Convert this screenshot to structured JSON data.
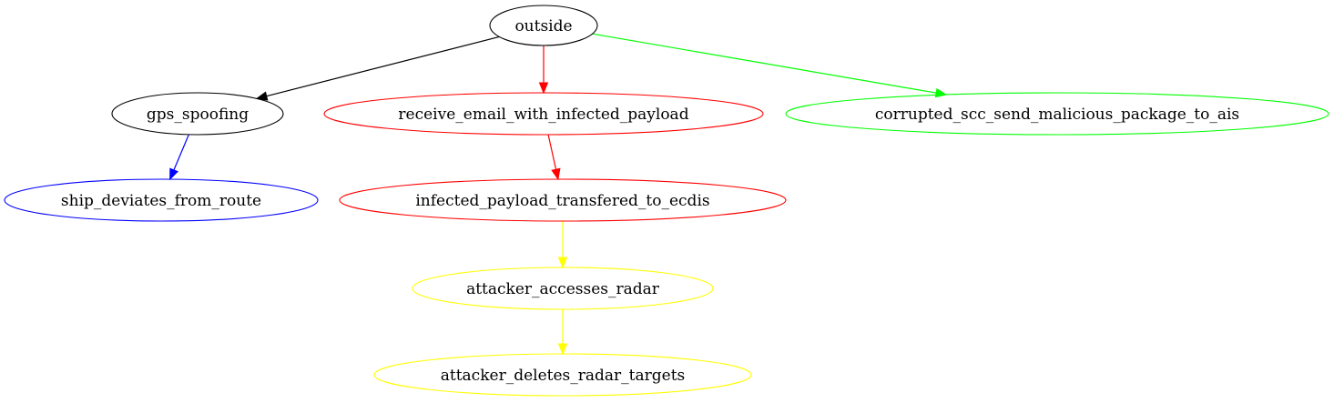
{
  "diagram": {
    "type": "directed-graph",
    "nodes": [
      {
        "id": "outside",
        "label": "outside",
        "color": "#000000"
      },
      {
        "id": "gps_spoofing",
        "label": "gps_spoofing",
        "color": "#000000"
      },
      {
        "id": "receive_email",
        "label": "receive_email_with_infected_payload",
        "color": "#ff0000"
      },
      {
        "id": "corrupted_scc",
        "label": "corrupted_scc_send_malicious_package_to_ais",
        "color": "#00ff00"
      },
      {
        "id": "ship_deviates",
        "label": "ship_deviates_from_route",
        "color": "#0000ff"
      },
      {
        "id": "infected_ecdis",
        "label": "infected_payload_transfered_to_ecdis",
        "color": "#ff0000"
      },
      {
        "id": "attacker_radar",
        "label": "attacker_accesses_radar",
        "color": "#ffff00"
      },
      {
        "id": "attacker_deletes",
        "label": "attacker_deletes_radar_targets",
        "color": "#ffff00"
      }
    ],
    "edges": [
      {
        "from": "outside",
        "to": "gps_spoofing",
        "color": "#000000"
      },
      {
        "from": "outside",
        "to": "receive_email",
        "color": "#ff0000"
      },
      {
        "from": "outside",
        "to": "corrupted_scc",
        "color": "#00ff00"
      },
      {
        "from": "gps_spoofing",
        "to": "ship_deviates",
        "color": "#0000ff"
      },
      {
        "from": "receive_email",
        "to": "infected_ecdis",
        "color": "#ff0000"
      },
      {
        "from": "infected_ecdis",
        "to": "attacker_radar",
        "color": "#ffff00"
      },
      {
        "from": "attacker_radar",
        "to": "attacker_deletes",
        "color": "#ffff00"
      }
    ]
  }
}
